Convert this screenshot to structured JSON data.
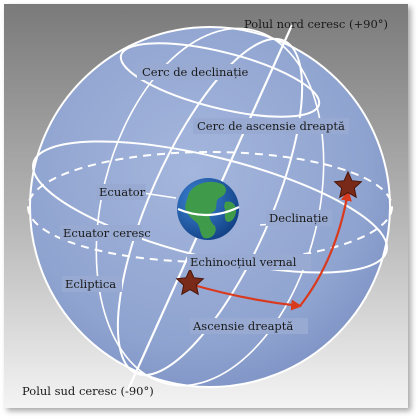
{
  "labels": {
    "north_pole": "Polul nord ceresc (+90°)",
    "declination_circle": "Cerc de declinație",
    "ra_circle": "Cerc de ascensie dreaptă",
    "equator": "Ecuator",
    "celestial_equator": "Ecuator ceresc",
    "declination": "Declinație",
    "vernal_equinox": "Echinocțiul vernal",
    "ecliptic": "Ecliptica",
    "right_ascension": "Ascensie dreaptă",
    "south_pole": "Polul sud ceresc (-90°)"
  },
  "colors": {
    "sphere": "#8fa3d0",
    "lines": "#ffffff",
    "arrows": "#d93a1e",
    "stars": "#7a2a18",
    "ocean": "#1f5aa8",
    "land": "#3f9a4a"
  }
}
